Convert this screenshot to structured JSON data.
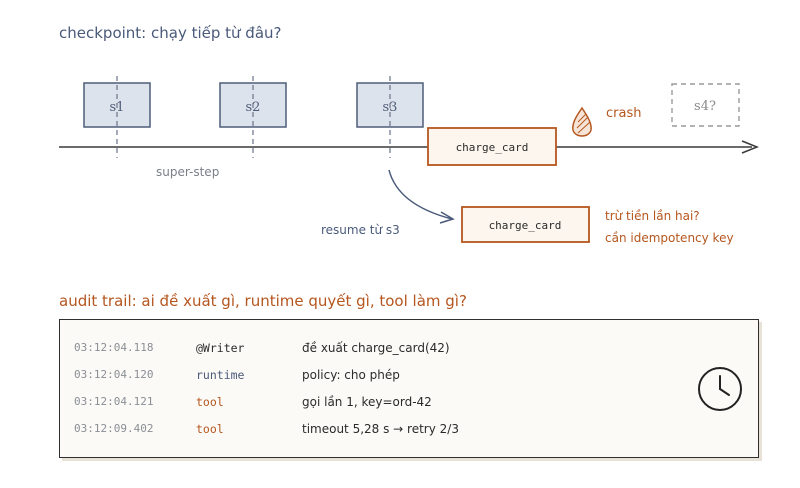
{
  "headings": {
    "checkpoint": "checkpoint: chạy tiếp từ đâu?",
    "audit": "audit trail: ai đề xuất gì, runtime quyết gì, tool làm gì?"
  },
  "steps": [
    {
      "label": "s1"
    },
    {
      "label": "s2"
    },
    {
      "label": "s3"
    },
    {
      "label": "s4?"
    }
  ],
  "crash_label": "crash",
  "superstep_label": "super-step",
  "resume_label": "resume từ s3",
  "charge_card_label": "charge_card",
  "retry_call_label": "charge_card",
  "warning_lines": [
    "trừ tiền lần hai?",
    "cần idempotency key"
  ],
  "log": {
    "rows": [
      {
        "time": "03:12:04.118",
        "actor": "@Writer",
        "message": "đề xuất charge_card(42)",
        "color": "#2b2b2b"
      },
      {
        "time": "03:12:04.120",
        "actor": "runtime",
        "message": "policy: cho phép",
        "color": "#4a5a7a"
      },
      {
        "time": "03:12:04.121",
        "actor": "tool",
        "message": "gọi lần 1, key=ord-42",
        "color": "#b5561e"
      },
      {
        "time": "03:12:09.402",
        "actor": "tool",
        "message": "timeout 5,28 s → retry 2/3",
        "color": "#b5561e"
      }
    ]
  },
  "colors": {
    "blue_fill": "#dde3ec",
    "blue_stroke": "#4f5d78",
    "orange": "#b5561e",
    "ink": "#3a3a3a"
  },
  "icons": {
    "crash": "flame-icon",
    "clock": "clock-icon"
  }
}
